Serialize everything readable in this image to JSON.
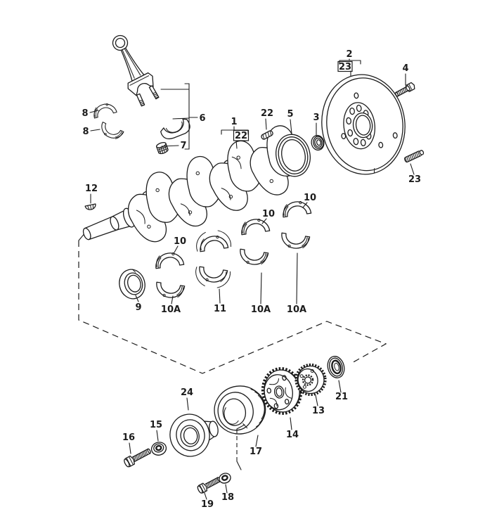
{
  "figure": {
    "background": "#ffffff",
    "line_color": "#1c1c1c"
  },
  "callouts": [
    {
      "text": "8"
    },
    {
      "text": "8"
    },
    {
      "text": "6"
    },
    {
      "text": "7"
    },
    {
      "text": "12"
    },
    {
      "text": "1"
    },
    {
      "text": "22",
      "boxed": true
    },
    {
      "text": "22"
    },
    {
      "text": "5"
    },
    {
      "text": "3"
    },
    {
      "text": "2"
    },
    {
      "text": "23",
      "boxed": true
    },
    {
      "text": "4"
    },
    {
      "text": "23"
    },
    {
      "text": "10"
    },
    {
      "text": "10A"
    },
    {
      "text": "11"
    },
    {
      "text": "10A"
    },
    {
      "text": "10"
    },
    {
      "text": "10A"
    },
    {
      "text": "10"
    },
    {
      "text": "9"
    },
    {
      "text": "24"
    },
    {
      "text": "15"
    },
    {
      "text": "16"
    },
    {
      "text": "17"
    },
    {
      "text": "14"
    },
    {
      "text": "13"
    },
    {
      "text": "21"
    },
    {
      "text": "18"
    },
    {
      "text": "19"
    }
  ]
}
